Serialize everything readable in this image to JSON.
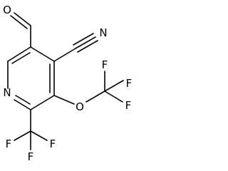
{
  "molecule": {
    "atoms": {
      "aldehyde_o": "O",
      "nitrile_n": "N",
      "ring_n": "N",
      "ether_o": "O",
      "ocf3_f_top": "F",
      "ocf3_f_right": "F",
      "ocf3_f_bottom": "F",
      "cf3_f_left": "F",
      "cf3_f_bottom": "F",
      "cf3_f_right": "F"
    }
  }
}
